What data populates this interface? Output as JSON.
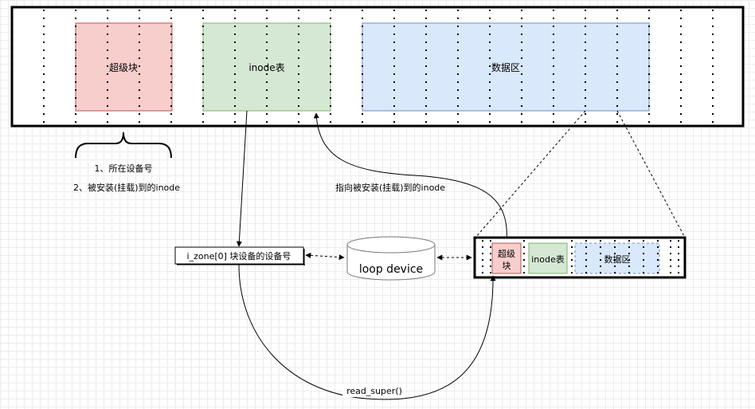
{
  "disk": {
    "super_block": "超级块",
    "inode_table": "inode表",
    "data_area": "数据区"
  },
  "notes": {
    "line1": "1、所在设备号",
    "line2": "2、被安装(挂载)到的inode"
  },
  "mount_pointer_label": "指向被安装(挂载)到的inode",
  "izone_label": "i_zone[0]  块设备的设备号",
  "loop_device": "loop device",
  "mini_disk": {
    "super_block_line1": "超级",
    "super_block_line2": "块",
    "inode_table": "inode表",
    "data_area": "数据区"
  },
  "read_super_label": "read_super()",
  "colors": {
    "super_block_fill": "#f8cecc",
    "super_block_stroke": "#b85450",
    "inode_fill": "#d5e8d4",
    "inode_stroke": "#82b366",
    "data_fill": "#dae8fc",
    "data_stroke": "#6c8ebf"
  }
}
